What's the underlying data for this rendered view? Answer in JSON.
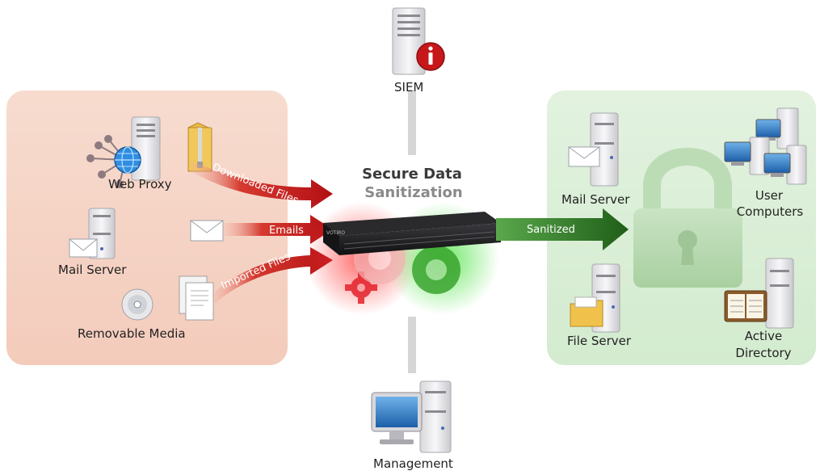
{
  "title": {
    "line1": "Secure Data",
    "line2": "Sanitization"
  },
  "top_node": {
    "label": "SIEM"
  },
  "bottom_node": {
    "label": "Management"
  },
  "sources": {
    "web_proxy": "Web Proxy",
    "mail_server": "Mail Server",
    "removable_media": "Removable Media"
  },
  "flows": {
    "downloaded": "Downloaded Files",
    "emails": "Emails",
    "imported": "Imported Files",
    "sanitized": "Sanitized"
  },
  "targets": {
    "mail_server": "Mail Server",
    "user_computers_1": "User",
    "user_computers_2": "Computers",
    "file_server": "File Server",
    "active_directory_1": "Active",
    "active_directory_2": "Directory"
  },
  "colors": {
    "untrusted_zone": "#f6d6c8",
    "trusted_zone": "#dcefd9",
    "threat_arrow": "#c0181b",
    "clean_arrow": "#2f7d27",
    "spine": "#d9d9d9",
    "info_badge": "#c7171b"
  },
  "icons": [
    "server-icon",
    "info-icon",
    "globe-icon",
    "zip-folder-icon",
    "envelope-icon",
    "cd-icon",
    "document-icon",
    "appliance-icon",
    "gear-icon",
    "lock-icon",
    "desktop-icon",
    "folder-icon",
    "address-book-icon",
    "monitor-icon"
  ]
}
